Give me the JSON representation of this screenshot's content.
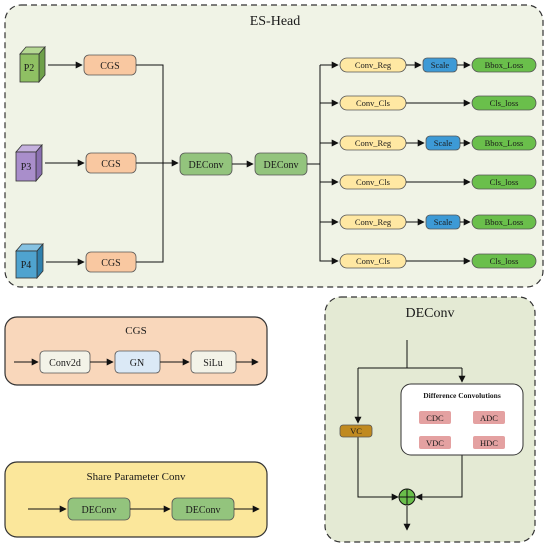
{
  "es_head": {
    "title": "ES-Head",
    "inputs": [
      "P2",
      "P3",
      "P4"
    ],
    "cgs_label": "CGS",
    "deconv_label": "DEConv",
    "conv_reg_label": "Conv_Reg",
    "conv_cls_label": "Conv_Cls",
    "scale_label": "Scale",
    "bbox_loss_label": "Bbox_Loss",
    "cls_loss_label": "Cls_loss"
  },
  "cgs_panel": {
    "title": "CGS",
    "steps": [
      "Conv2d",
      "GN",
      "SiLu"
    ]
  },
  "share_panel": {
    "title": "Share Parameter Conv",
    "steps": [
      "DEConv",
      "DEConv"
    ]
  },
  "deconv_panel": {
    "title": "DEConv",
    "vc_label": "VC",
    "diff_title": "Difference Convolutions",
    "diff_items": [
      "CDC",
      "ADC",
      "VDC",
      "HDC"
    ],
    "sum_symbol": "⊕"
  },
  "colors": {
    "panel_green": "#f0f3e6",
    "panel_peach": "#f9d7bb",
    "panel_yellow": "#fbe79b",
    "panel_sage": "#e4ead4",
    "cgs_box": "#f9c8a1",
    "deconv_box": "#93c47d",
    "reg_box": "#ffe8a3",
    "scale_box": "#3d9ad6",
    "loss_box": "#6abf4b",
    "p2_cube": "#8fc063",
    "p3_cube": "#a98ecb",
    "p4_cube": "#4fa3cf",
    "vc_box": "#c08a20",
    "diff_item": "#e4a1a1",
    "gn_box": "#dbe9f6",
    "white_box": "#f3f3e8"
  }
}
